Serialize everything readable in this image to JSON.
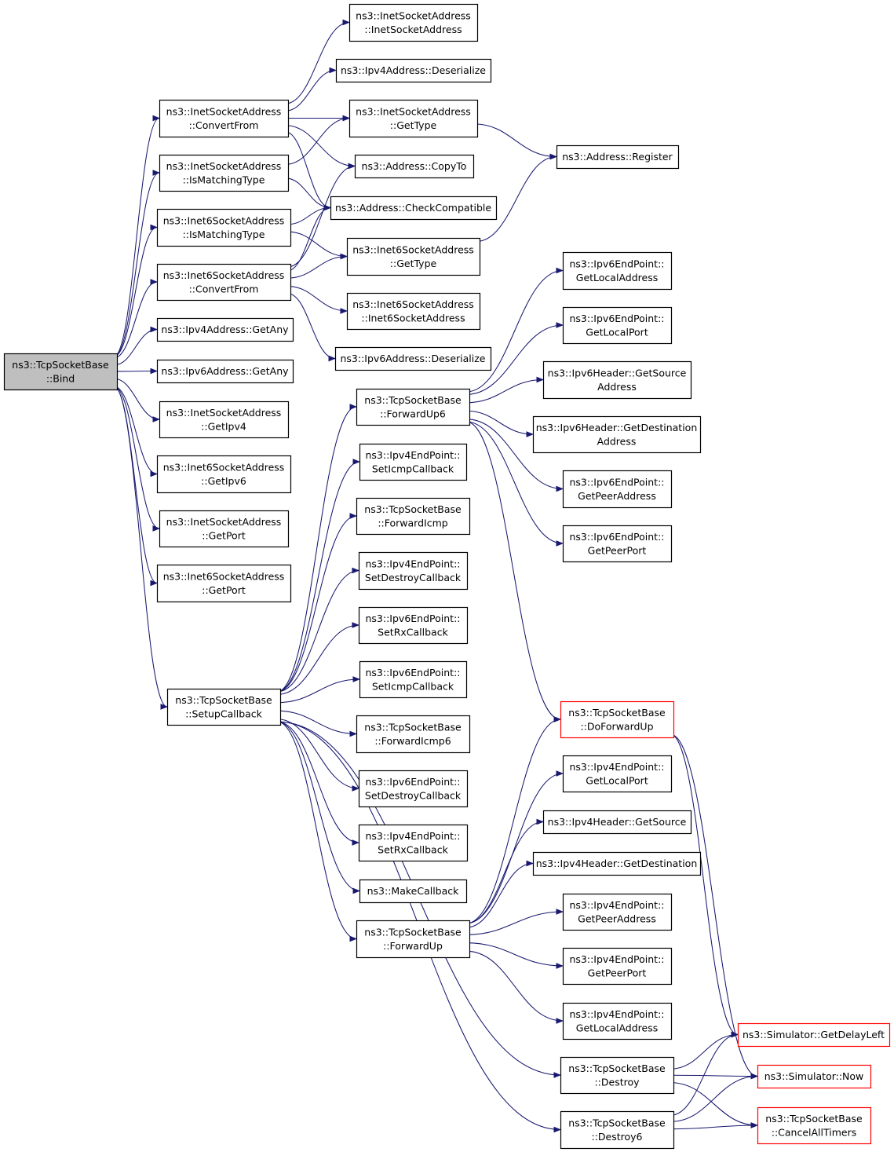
{
  "diagram": {
    "type": "call-graph",
    "colors": {
      "edge": "#191970",
      "border": "#000000",
      "highlight_border": "#ff0000",
      "root_fill": "#bfbfbf",
      "node_fill": "#ffffff"
    },
    "nodes": [
      {
        "id": "bind",
        "lines": [
          "ns3::TcpSocketBase",
          "::Bind"
        ],
        "style": "root"
      },
      {
        "id": "isa_convert",
        "lines": [
          "ns3::InetSocketAddress",
          "::ConvertFrom"
        ]
      },
      {
        "id": "isa_match",
        "lines": [
          "ns3::InetSocketAddress",
          "::IsMatchingType"
        ]
      },
      {
        "id": "i6sa_match",
        "lines": [
          "ns3::Inet6SocketAddress",
          "::IsMatchingType"
        ]
      },
      {
        "id": "i6sa_convert",
        "lines": [
          "ns3::Inet6SocketAddress",
          "::ConvertFrom"
        ]
      },
      {
        "id": "ipv4_getany",
        "lines": [
          "ns3::Ipv4Address::GetAny"
        ]
      },
      {
        "id": "ipv6_getany",
        "lines": [
          "ns3::Ipv6Address::GetAny"
        ]
      },
      {
        "id": "isa_getipv4",
        "lines": [
          "ns3::InetSocketAddress",
          "::GetIpv4"
        ]
      },
      {
        "id": "i6sa_getipv6",
        "lines": [
          "ns3::Inet6SocketAddress",
          "::GetIpv6"
        ]
      },
      {
        "id": "isa_getport",
        "lines": [
          "ns3::InetSocketAddress",
          "::GetPort"
        ]
      },
      {
        "id": "i6sa_getport",
        "lines": [
          "ns3::Inet6SocketAddress",
          "::GetPort"
        ]
      },
      {
        "id": "setup_cb",
        "lines": [
          "ns3::TcpSocketBase",
          "::SetupCallback"
        ]
      },
      {
        "id": "isa_ctor",
        "lines": [
          "ns3::InetSocketAddress",
          "::InetSocketAddress"
        ]
      },
      {
        "id": "ipv4_deser",
        "lines": [
          "ns3::Ipv4Address::Deserialize"
        ]
      },
      {
        "id": "isa_gettype",
        "lines": [
          "ns3::InetSocketAddress",
          "::GetType"
        ]
      },
      {
        "id": "addr_copyto",
        "lines": [
          "ns3::Address::CopyTo"
        ]
      },
      {
        "id": "addr_check",
        "lines": [
          "ns3::Address::CheckCompatible"
        ]
      },
      {
        "id": "i6sa_gettype",
        "lines": [
          "ns3::Inet6SocketAddress",
          "::GetType"
        ]
      },
      {
        "id": "i6sa_ctor",
        "lines": [
          "ns3::Inet6SocketAddress",
          "::Inet6SocketAddress"
        ]
      },
      {
        "id": "ipv6_deser",
        "lines": [
          "ns3::Ipv6Address::Deserialize"
        ]
      },
      {
        "id": "addr_register",
        "lines": [
          "ns3::Address::Register"
        ]
      },
      {
        "id": "fwd_up6",
        "lines": [
          "ns3::TcpSocketBase",
          "::ForwardUp6"
        ]
      },
      {
        "id": "ep4_seticmp",
        "lines": [
          "ns3::Ipv4EndPoint::",
          "SetIcmpCallback"
        ]
      },
      {
        "id": "fwd_icmp",
        "lines": [
          "ns3::TcpSocketBase",
          "::ForwardIcmp"
        ]
      },
      {
        "id": "ep4_setdestroy",
        "lines": [
          "ns3::Ipv4EndPoint::",
          "SetDestroyCallback"
        ]
      },
      {
        "id": "ep6_setrx",
        "lines": [
          "ns3::Ipv6EndPoint::",
          "SetRxCallback"
        ]
      },
      {
        "id": "ep6_seticmp",
        "lines": [
          "ns3::Ipv6EndPoint::",
          "SetIcmpCallback"
        ]
      },
      {
        "id": "fwd_icmp6",
        "lines": [
          "ns3::TcpSocketBase",
          "::ForwardIcmp6"
        ]
      },
      {
        "id": "ep6_setdestroy",
        "lines": [
          "ns3::Ipv6EndPoint::",
          "SetDestroyCallback"
        ]
      },
      {
        "id": "ep4_setrx",
        "lines": [
          "ns3::Ipv4EndPoint::",
          "SetRxCallback"
        ]
      },
      {
        "id": "make_cb",
        "lines": [
          "ns3::MakeCallback"
        ]
      },
      {
        "id": "fwd_up",
        "lines": [
          "ns3::TcpSocketBase",
          "::ForwardUp"
        ]
      },
      {
        "id": "destroy",
        "lines": [
          "ns3::TcpSocketBase",
          "::Destroy"
        ]
      },
      {
        "id": "destroy6",
        "lines": [
          "ns3::TcpSocketBase",
          "::Destroy6"
        ]
      },
      {
        "id": "ep6_getlocaladdr",
        "lines": [
          "ns3::Ipv6EndPoint::",
          "GetLocalAddress"
        ]
      },
      {
        "id": "ep6_getlocalport",
        "lines": [
          "ns3::Ipv6EndPoint::",
          "GetLocalPort"
        ]
      },
      {
        "id": "h6_getsrc",
        "lines": [
          "ns3::Ipv6Header::GetSource",
          "Address"
        ]
      },
      {
        "id": "h6_getdst",
        "lines": [
          "ns3::Ipv6Header::GetDestination",
          "Address"
        ]
      },
      {
        "id": "ep6_getpeeraddr",
        "lines": [
          "ns3::Ipv6EndPoint::",
          "GetPeerAddress"
        ]
      },
      {
        "id": "ep6_getpeerport",
        "lines": [
          "ns3::Ipv6EndPoint::",
          "GetPeerPort"
        ]
      },
      {
        "id": "do_fwd_up",
        "lines": [
          "ns3::TcpSocketBase",
          "::DoForwardUp"
        ],
        "style": "highlight"
      },
      {
        "id": "ep4_getlocalport",
        "lines": [
          "ns3::Ipv4EndPoint::",
          "GetLocalPort"
        ]
      },
      {
        "id": "h4_getsrc",
        "lines": [
          "ns3::Ipv4Header::GetSource"
        ]
      },
      {
        "id": "h4_getdst",
        "lines": [
          "ns3::Ipv4Header::GetDestination"
        ]
      },
      {
        "id": "ep4_getpeeraddr",
        "lines": [
          "ns3::Ipv4EndPoint::",
          "GetPeerAddress"
        ]
      },
      {
        "id": "ep4_getpeerport",
        "lines": [
          "ns3::Ipv4EndPoint::",
          "GetPeerPort"
        ]
      },
      {
        "id": "ep4_getlocaladdr",
        "lines": [
          "ns3::Ipv4EndPoint::",
          "GetLocalAddress"
        ]
      },
      {
        "id": "sim_getdelay",
        "lines": [
          "ns3::Simulator::GetDelayLeft"
        ],
        "style": "highlight"
      },
      {
        "id": "sim_now",
        "lines": [
          "ns3::Simulator::Now"
        ],
        "style": "highlight"
      },
      {
        "id": "cancel_timers",
        "lines": [
          "ns3::TcpSocketBase",
          "::CancelAllTimers"
        ],
        "style": "highlight"
      }
    ],
    "edges": [
      [
        "bind",
        "isa_convert"
      ],
      [
        "bind",
        "isa_match"
      ],
      [
        "bind",
        "i6sa_match"
      ],
      [
        "bind",
        "i6sa_convert"
      ],
      [
        "bind",
        "ipv4_getany"
      ],
      [
        "bind",
        "ipv6_getany"
      ],
      [
        "bind",
        "isa_getipv4"
      ],
      [
        "bind",
        "i6sa_getipv6"
      ],
      [
        "bind",
        "isa_getport"
      ],
      [
        "bind",
        "i6sa_getport"
      ],
      [
        "bind",
        "setup_cb"
      ],
      [
        "isa_convert",
        "isa_ctor"
      ],
      [
        "isa_convert",
        "ipv4_deser"
      ],
      [
        "isa_convert",
        "isa_gettype"
      ],
      [
        "isa_convert",
        "addr_copyto"
      ],
      [
        "isa_convert",
        "addr_check"
      ],
      [
        "isa_match",
        "isa_gettype"
      ],
      [
        "isa_match",
        "addr_check"
      ],
      [
        "i6sa_match",
        "addr_check"
      ],
      [
        "i6sa_match",
        "i6sa_gettype"
      ],
      [
        "i6sa_convert",
        "addr_copyto"
      ],
      [
        "i6sa_convert",
        "addr_check"
      ],
      [
        "i6sa_convert",
        "i6sa_gettype"
      ],
      [
        "i6sa_convert",
        "i6sa_ctor"
      ],
      [
        "i6sa_convert",
        "ipv6_deser"
      ],
      [
        "isa_gettype",
        "addr_register"
      ],
      [
        "i6sa_gettype",
        "addr_register"
      ],
      [
        "setup_cb",
        "fwd_up6"
      ],
      [
        "setup_cb",
        "ep4_seticmp"
      ],
      [
        "setup_cb",
        "fwd_icmp"
      ],
      [
        "setup_cb",
        "ep4_setdestroy"
      ],
      [
        "setup_cb",
        "ep6_setrx"
      ],
      [
        "setup_cb",
        "ep6_seticmp"
      ],
      [
        "setup_cb",
        "fwd_icmp6"
      ],
      [
        "setup_cb",
        "ep6_setdestroy"
      ],
      [
        "setup_cb",
        "ep4_setrx"
      ],
      [
        "setup_cb",
        "make_cb"
      ],
      [
        "setup_cb",
        "fwd_up"
      ],
      [
        "setup_cb",
        "destroy"
      ],
      [
        "setup_cb",
        "destroy6"
      ],
      [
        "fwd_up6",
        "ep6_getlocaladdr"
      ],
      [
        "fwd_up6",
        "ep6_getlocalport"
      ],
      [
        "fwd_up6",
        "h6_getsrc"
      ],
      [
        "fwd_up6",
        "h6_getdst"
      ],
      [
        "fwd_up6",
        "ep6_getpeeraddr"
      ],
      [
        "fwd_up6",
        "ep6_getpeerport"
      ],
      [
        "fwd_up6",
        "do_fwd_up"
      ],
      [
        "fwd_up",
        "do_fwd_up"
      ],
      [
        "fwd_up",
        "ep4_getlocalport"
      ],
      [
        "fwd_up",
        "h4_getsrc"
      ],
      [
        "fwd_up",
        "h4_getdst"
      ],
      [
        "fwd_up",
        "ep4_getpeeraddr"
      ],
      [
        "fwd_up",
        "ep4_getpeerport"
      ],
      [
        "fwd_up",
        "ep4_getlocaladdr"
      ],
      [
        "do_fwd_up",
        "sim_getdelay"
      ],
      [
        "do_fwd_up",
        "sim_now"
      ],
      [
        "destroy",
        "sim_getdelay"
      ],
      [
        "destroy",
        "sim_now"
      ],
      [
        "destroy",
        "cancel_timers"
      ],
      [
        "destroy6",
        "sim_getdelay"
      ],
      [
        "destroy6",
        "sim_now"
      ],
      [
        "destroy6",
        "cancel_timers"
      ]
    ]
  }
}
